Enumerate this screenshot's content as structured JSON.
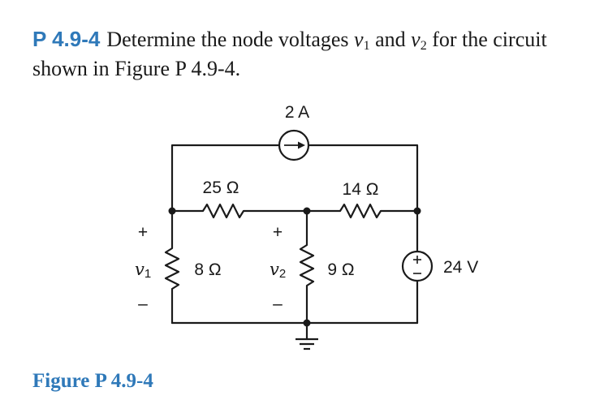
{
  "problem": {
    "number": "P 4.9-4",
    "text_before": "Determine the node voltages ",
    "v1_main": "v",
    "v1_sub": "1",
    "and_text": " and ",
    "v2_main": "v",
    "v2_sub": "2",
    "text_after": " for the circuit shown in Figure P 4.9-4."
  },
  "circuit": {
    "current_source": "2 A",
    "r_top_left": "25 Ω",
    "r_top_right": "14 Ω",
    "r_left": "8 Ω",
    "r_middle": "9 Ω",
    "voltage_source": "24 V",
    "v1_label_main": "v",
    "v1_label_sub": "1",
    "v2_label_main": "v",
    "v2_label_sub": "2",
    "plus": "+",
    "minus": "–"
  },
  "figure_caption": "Figure P 4.9-4"
}
